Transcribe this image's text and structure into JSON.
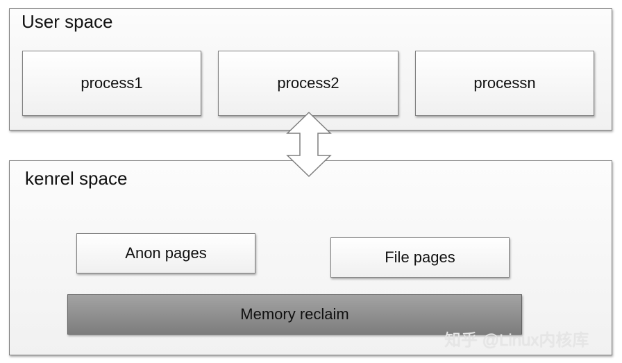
{
  "user_space": {
    "title": "User space",
    "processes": [
      "process1",
      "process2",
      "processn"
    ]
  },
  "kernel_space": {
    "title": "kenrel space",
    "anon_pages": "Anon pages",
    "file_pages": "File pages",
    "memory_reclaim": "Memory reclaim"
  },
  "watermark": "知乎 @Linux内核库",
  "colors": {
    "border": "#7f7f7f",
    "layer_fill": "#f4f4f4",
    "reclaim_fill": "#8c8c8c"
  }
}
